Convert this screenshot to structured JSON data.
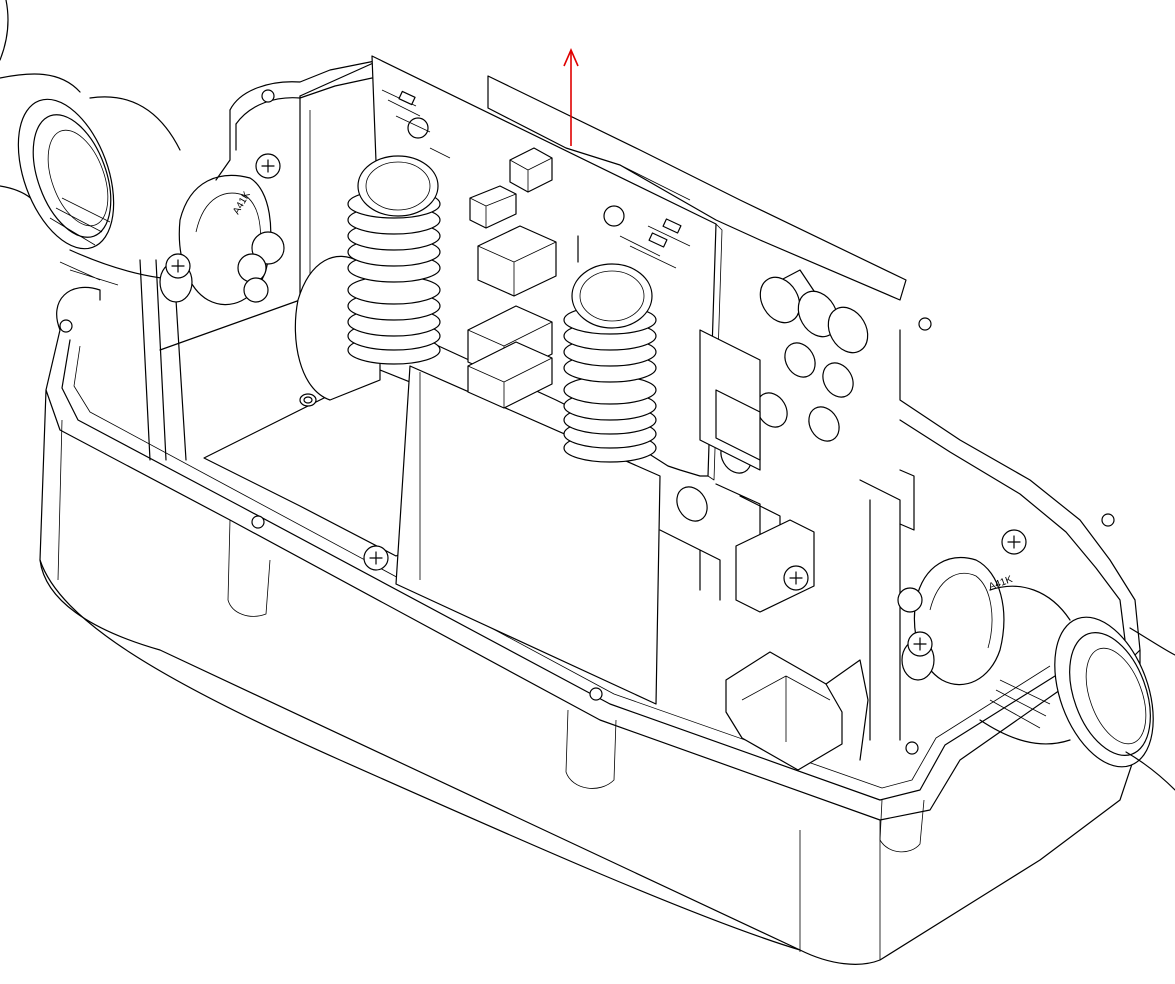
{
  "figure": {
    "labels": {
      "left_clamp_marking": "A41K",
      "right_clamp_marking": "A41K"
    },
    "colors": {
      "line": "#000000",
      "background": "#ffffff",
      "arrow": "#e00000"
    },
    "arrow_direction": "up"
  }
}
